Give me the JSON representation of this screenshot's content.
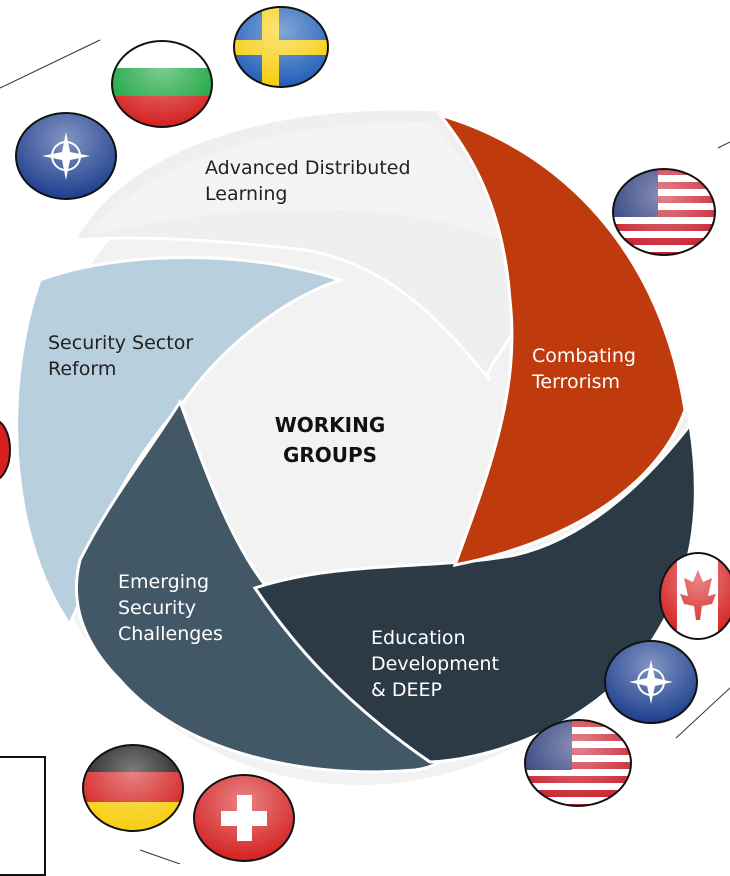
{
  "center": {
    "title": "WORKING\nGROUPS"
  },
  "segments": [
    {
      "id": "adl",
      "label": "Advanced Distributed\nLearning",
      "color": "#efefef",
      "text_color": "#222222"
    },
    {
      "id": "ct",
      "label": "Combating\nTerrorism",
      "color": "#bf3a0c",
      "text_color": "#ffffff"
    },
    {
      "id": "ed",
      "label": "Education\nDevelopment\n& DEEP",
      "color": "#2c3a45",
      "text_color": "#ffffff"
    },
    {
      "id": "esc",
      "label": "Emerging\nSecurity\nChallenges",
      "color": "#435866",
      "text_color": "#ffffff"
    },
    {
      "id": "ssr",
      "label": "Security Sector\nReform",
      "color": "#b8d0de",
      "text_color": "#222222"
    }
  ],
  "flags": [
    "nato",
    "bulgaria",
    "sweden",
    "usa",
    "red-partial",
    "canada",
    "nato",
    "usa",
    "germany",
    "switzerland"
  ]
}
